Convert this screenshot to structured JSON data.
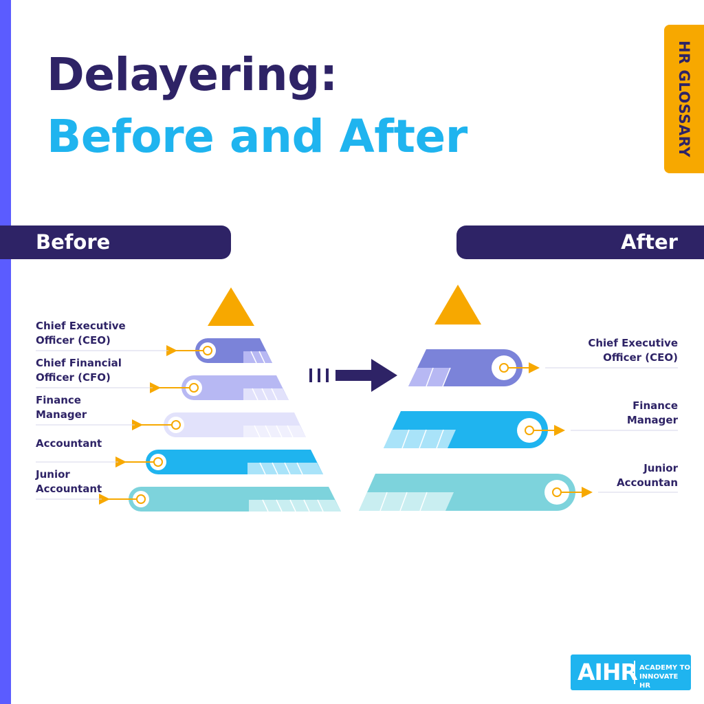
{
  "title": {
    "line1": "Delayering:",
    "line2": "Before and After"
  },
  "tag": "HR GLOSSARY",
  "before": {
    "heading": "Before",
    "levels": [
      "Chief Executive\nOfficer (CEO)",
      "Chief Financial\nOfficer (CFO)",
      "Finance\nManager",
      "Accountant",
      "Junior\nAccountant"
    ]
  },
  "after": {
    "heading": "After",
    "levels": [
      "Chief Executive\nOfficer (CEO)",
      "Finance\nManager",
      "Junior\nAccountan"
    ]
  },
  "logo": {
    "name": "AIHR",
    "tagline": "ACADEMY TO\nINNOVATE HR"
  },
  "colors": {
    "navy": "#2e2366",
    "blue": "#1fb4ef",
    "orange": "#f7a800",
    "purple_stripe": "#5b5cff",
    "tier_ceo": "#7b83d9",
    "tier_cfo": "#b7b8f3",
    "tier_manager": "#e2e2fb",
    "tier_accountant": "#1fb4ef",
    "tier_junior": "#7dd3dc"
  }
}
